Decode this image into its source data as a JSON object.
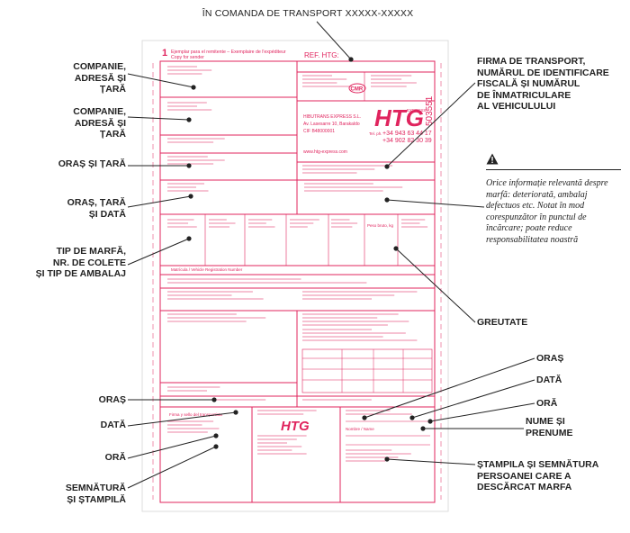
{
  "header_label": "ÎN COMANDA DE TRANSPORT XXXXX-XXXXX",
  "left_labels": [
    "COMPANIE,\nADRESĂ ȘI\nȚARĂ",
    "COMPANIE,\nADRESĂ ȘI\nȚARĂ",
    "ORAȘ ȘI ȚARĂ",
    "ORAȘ, ȚARĂ\nȘI DATĂ",
    "TIP DE MARFĂ,\nNR. DE COLETE\nȘI TIP DE AMBALAJ",
    "ORAȘ",
    "DATĂ",
    "ORĂ",
    "SEMNĂTURĂ\nȘI ȘTAMPILĂ"
  ],
  "right_labels": [
    "FIRMA DE TRANSPORT,\nNUMĂRUL DE IDENTIFICARE\nFISCALĂ ȘI NUMĂRUL\nDE ÎNMATRICULARE\nAL VEHICULULUI",
    "GREUTATE",
    "ORAȘ",
    "DATĂ",
    "ORĂ",
    "NUME ȘI\nPRENUME",
    "ȘTAMPILA ȘI SEMNĂTURA\nPERSOANEI CARE A\nDESCĂRCAT MARFA"
  ],
  "warning_note": "Orice informație relevantă despre marfă: deteriorată, ambalaj defectuos etc. Notat în mod corespunzător în punctul de încărcare; poate reduce responsabilitatea noastră",
  "colors": {
    "form_red": "#e0245e",
    "label_text": "#222222",
    "line": "#222222"
  },
  "form": {
    "copy_number": "1",
    "copy_title": "Ejemplar para el remitente – Exemplaire de l'expéditeur",
    "copy_subtitle": "Copy for sender",
    "ref_label": "REF. HTG:",
    "cmr_mark": "CMR",
    "logo": "HTG",
    "logo_tag": "EXPRESS",
    "serial": "503551",
    "company_lines": [
      "HIBUTRANS EXPRESS S.L.",
      "Av. Lasesarre 10, Barakaldo",
      "CIF B48000001",
      "www.htg-express.com"
    ],
    "phone_label": "Tel. ph.",
    "phone_1": "+34 943 63 44 17",
    "phone_2": "+34 902 82 30 39",
    "vehicle_row_label": "Matrícula / Vehicle Registration Number",
    "weight_box_label": "Peso bruto, kg",
    "sign_box_label": "Firma y sello del transportista",
    "consignee_label": "Nombre / Name"
  }
}
